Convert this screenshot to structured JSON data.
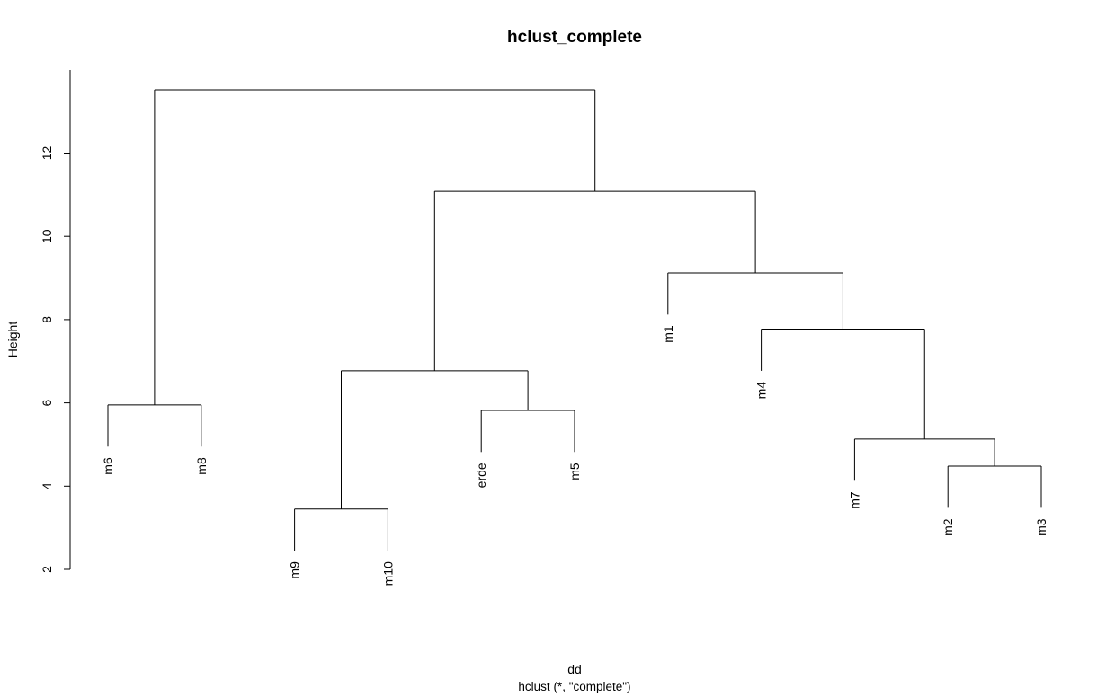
{
  "chart_data": {
    "type": "dendrogram",
    "title": "hclust_complete",
    "xlabel": "dd",
    "sublabel": "hclust (*, \"complete\")",
    "ylabel": "Height",
    "yticks": [
      2,
      4,
      6,
      8,
      10,
      12
    ],
    "leaves": [
      "m6",
      "m8",
      "m9",
      "m10",
      "erde",
      "m5",
      "m1",
      "m4",
      "m7",
      "m2",
      "m3"
    ],
    "merges": [
      {
        "id": "n1",
        "left": "m9",
        "right": "m10",
        "height": 3.45
      },
      {
        "id": "n2",
        "left": "m2",
        "right": "m3",
        "height": 4.48
      },
      {
        "id": "n3",
        "left": "m7",
        "right": "n2",
        "height": 5.13
      },
      {
        "id": "n4",
        "left": "erde",
        "right": "m5",
        "height": 5.82
      },
      {
        "id": "n5",
        "left": "m6",
        "right": "m8",
        "height": 5.95
      },
      {
        "id": "n6",
        "left": "n1",
        "right": "n4",
        "height": 6.77
      },
      {
        "id": "n7",
        "left": "m4",
        "right": "n3",
        "height": 7.77
      },
      {
        "id": "n8",
        "left": "m1",
        "right": "n7",
        "height": 9.12
      },
      {
        "id": "n9",
        "left": "n6",
        "right": "n8",
        "height": 11.08
      },
      {
        "id": "n10",
        "left": "n5",
        "right": "n9",
        "height": 13.52
      }
    ],
    "leaf_hang": 1.0
  }
}
